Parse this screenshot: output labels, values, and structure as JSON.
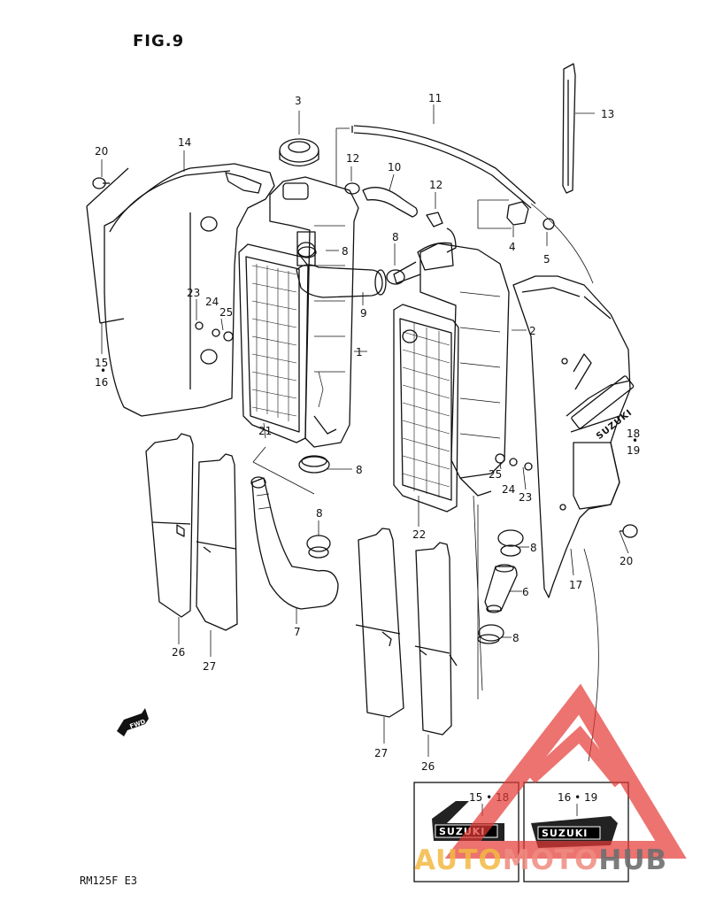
{
  "figure": {
    "title": "FIG.9",
    "model_code": "RM125F  E3"
  },
  "callouts": [
    "1",
    "2",
    "3",
    "4",
    "5",
    "6",
    "7",
    "8",
    "9",
    "10",
    "11",
    "12",
    "13",
    "14",
    "15",
    "16",
    "17",
    "18",
    "19",
    "20",
    "21",
    "22",
    "23",
    "24",
    "25",
    "26",
    "27"
  ],
  "callout_pairs": {
    "left_shroud": "15 • 16",
    "right_shroud": "18 • 19"
  },
  "insets": [
    {
      "label": "15 • 18",
      "decal": "SUZUKI"
    },
    {
      "label": "16 • 19",
      "decal": "SUZUKI"
    }
  ],
  "fwd_arrow": "FWD",
  "shroud_brand": "SUZUKI",
  "watermark": {
    "part1": "AUTO",
    "part2": "MOTO",
    "part3": "HUB",
    "colors": {
      "triangle": "#e53935",
      "auto": "#f4b942",
      "moto": "#ef8b80",
      "hub": "#6e6e6e"
    }
  }
}
